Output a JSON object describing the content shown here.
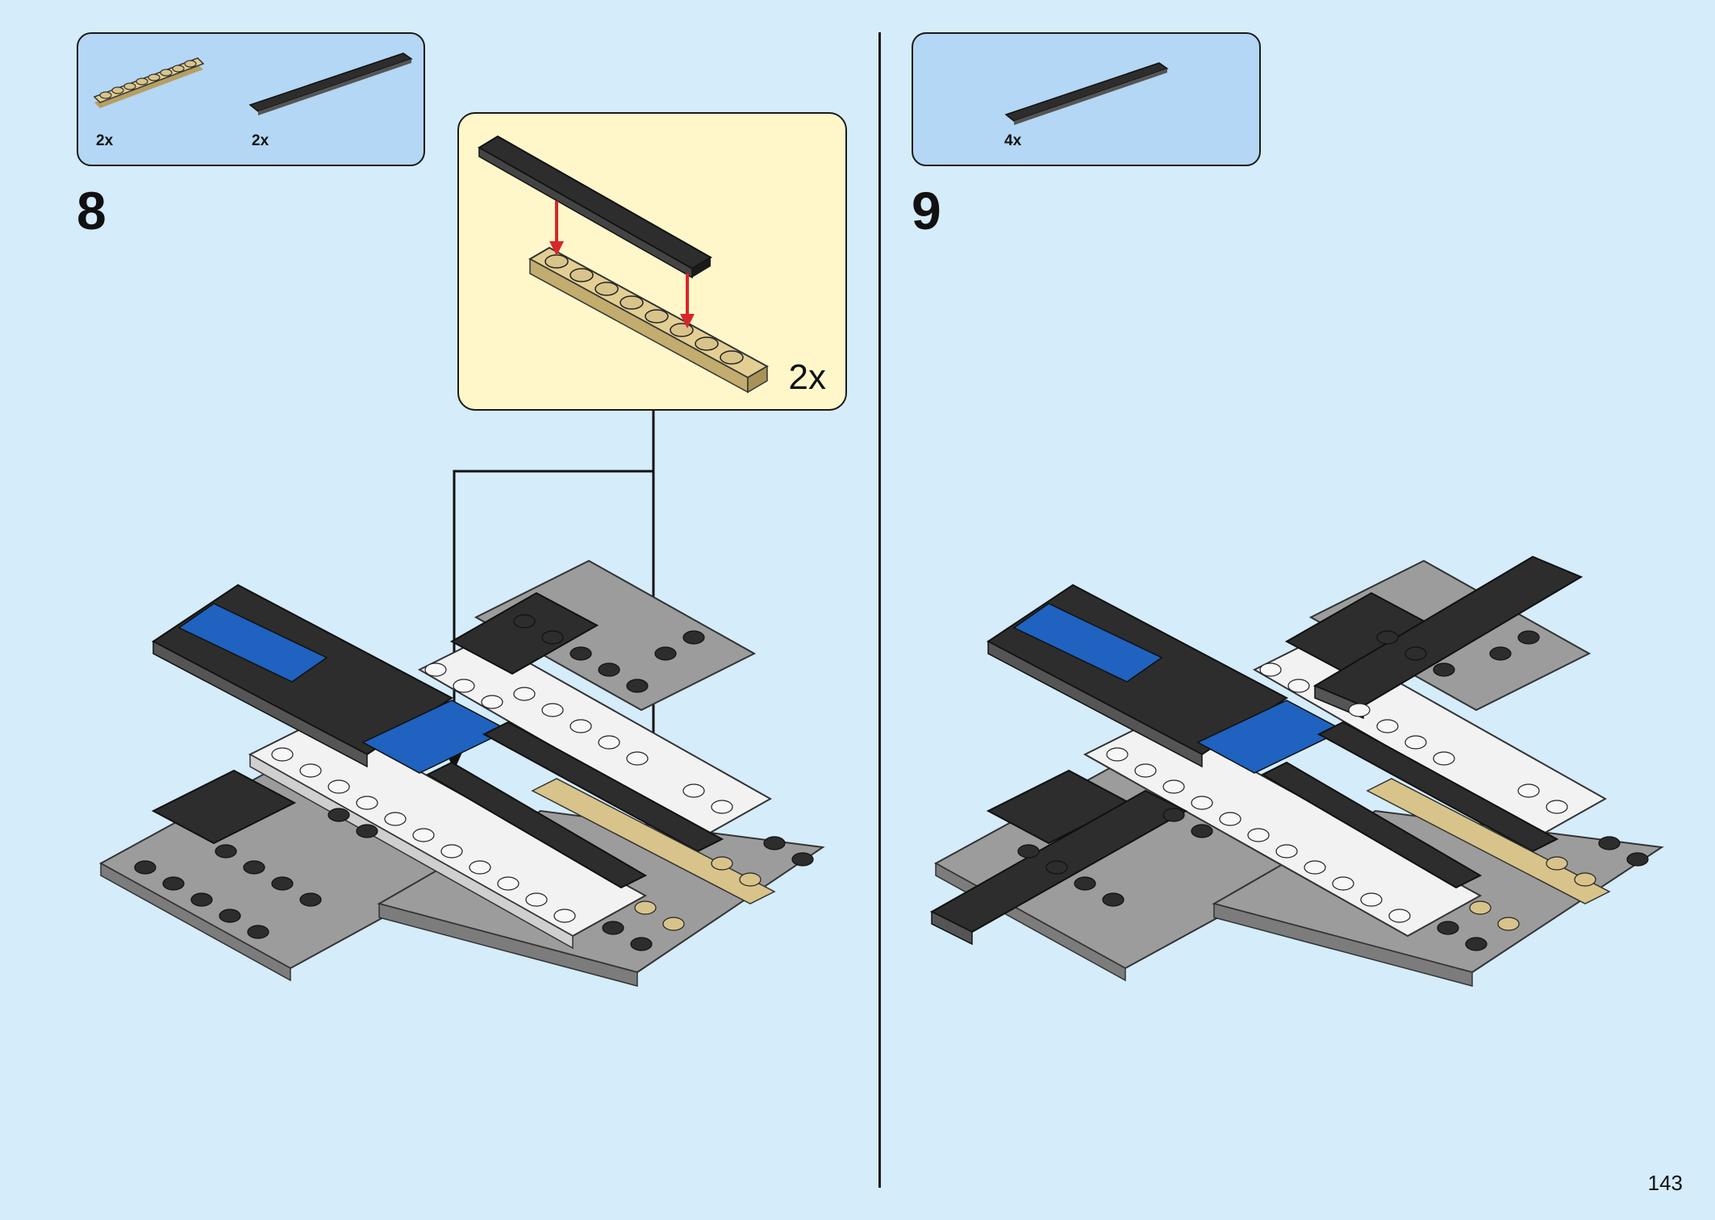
{
  "steps": [
    {
      "number": "8",
      "parts": [
        {
          "name": "tan 1x8 plate",
          "qty": "2x",
          "color": "#d8c48a"
        },
        {
          "name": "black 1x8 tile",
          "qty": "2x",
          "color": "#2d2d2d"
        }
      ],
      "subassembly": {
        "qty": "2x"
      }
    },
    {
      "number": "9",
      "parts": [
        {
          "name": "black 1x8 tile",
          "qty": "4x",
          "color": "#2d2d2d"
        }
      ]
    }
  ],
  "page_number": "143",
  "colors": {
    "background": "#d5ecfa",
    "parts_box": "#b3d7f4",
    "callout": "#fff7ca",
    "arrow_red": "#d8262b",
    "brick_blue": "#1f62c0",
    "brick_gray": "#9a9a9a",
    "brick_black": "#2d2d2d",
    "brick_white": "#f4f4f4",
    "brick_tan": "#d8c48a"
  }
}
